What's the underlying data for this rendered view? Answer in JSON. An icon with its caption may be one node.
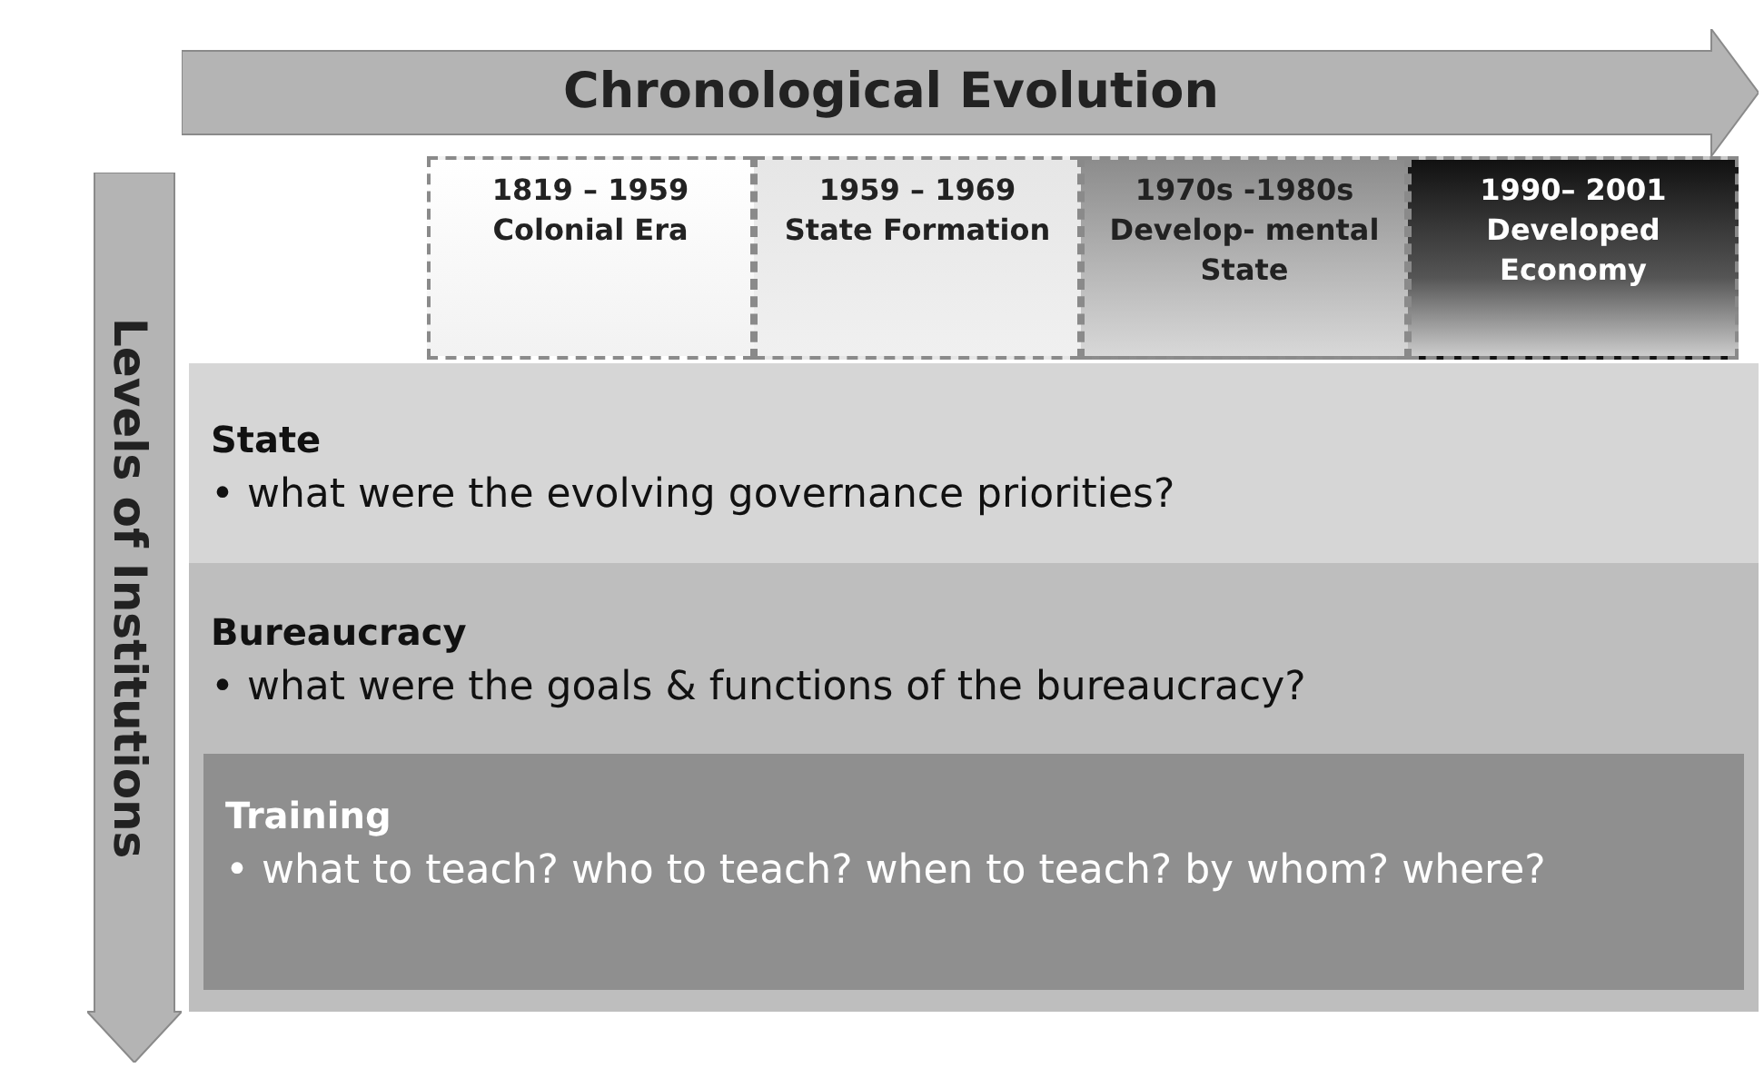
{
  "diagram": {
    "nodes": [
      {
        "text": [
          "Chronological Evolution"
        ]
      },
      {
        "text": [
          "Levels of Institutions"
        ]
      },
      {
        "text": [
          "1819 – 1959",
          "Colonial Era"
        ]
      },
      {
        "text": [
          "1959 – 1969",
          "State Formation"
        ]
      },
      {
        "text": [
          "1970s -1980s",
          "Develop- mental State"
        ]
      },
      {
        "text": [
          "1990– 2001",
          "Developed Economy"
        ]
      },
      {
        "text": [
          "State",
          "• what were the evolving governance priorities?"
        ]
      },
      {
        "text": [
          "Bureaucracy",
          "• what were the goals & functions of the bureaucracy?"
        ],
        "in": 6
      },
      {
        "text": [
          "Training",
          "• what to teach? who to teach? when to teach? by whom? where?"
        ],
        "in": 7
      }
    ]
  }
}
